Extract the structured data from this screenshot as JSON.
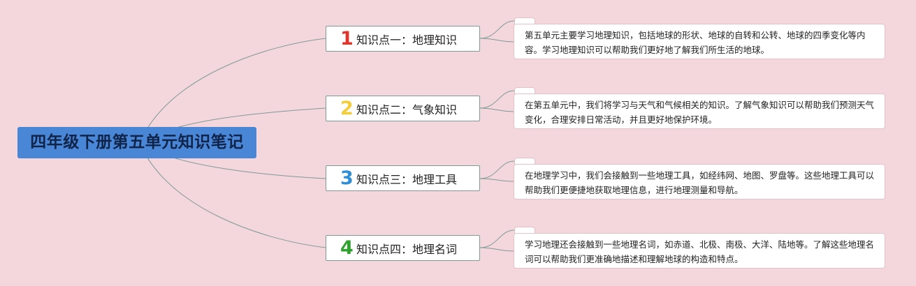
{
  "root": {
    "title": "四年级下册第五单元知识笔记"
  },
  "colors": {
    "background": "#f4d7dd",
    "root_fill": "#4a86d6",
    "root_text": "#10244a",
    "connector": "#7f9a95",
    "number_1": "#e0352b",
    "number_2": "#f3cd3c",
    "number_3": "#2f8fd6",
    "number_4": "#2ea12e"
  },
  "topics": [
    {
      "number": "1",
      "label": "知识点一：地理知识",
      "note": "第五单元主要学习地理知识，包括地球的形状、地球的自转和公转、地球的四季变化等内容。学习地理知识可以帮助我们更好地了解我们所生活的地球。"
    },
    {
      "number": "2",
      "label": "知识点二：气象知识",
      "note": "在第五单元中，我们将学习与天气和气候相关的知识。了解气象知识可以帮助我们预测天气变化，合理安排日常活动，并且更好地保护环境。"
    },
    {
      "number": "3",
      "label": "知识点三：地理工具",
      "note": "在地理学习中，我们会接触到一些地理工具，如经纬网、地图、罗盘等。这些地理工具可以帮助我们更便捷地获取地理信息，进行地理测量和导航。"
    },
    {
      "number": "4",
      "label": "知识点四：地理名词",
      "note": "学习地理还会接触到一些地理名词，如赤道、北极、南极、大洋、陆地等。了解这些地理名词可以帮助我们更准确地描述和理解地球的构造和特点。"
    }
  ]
}
